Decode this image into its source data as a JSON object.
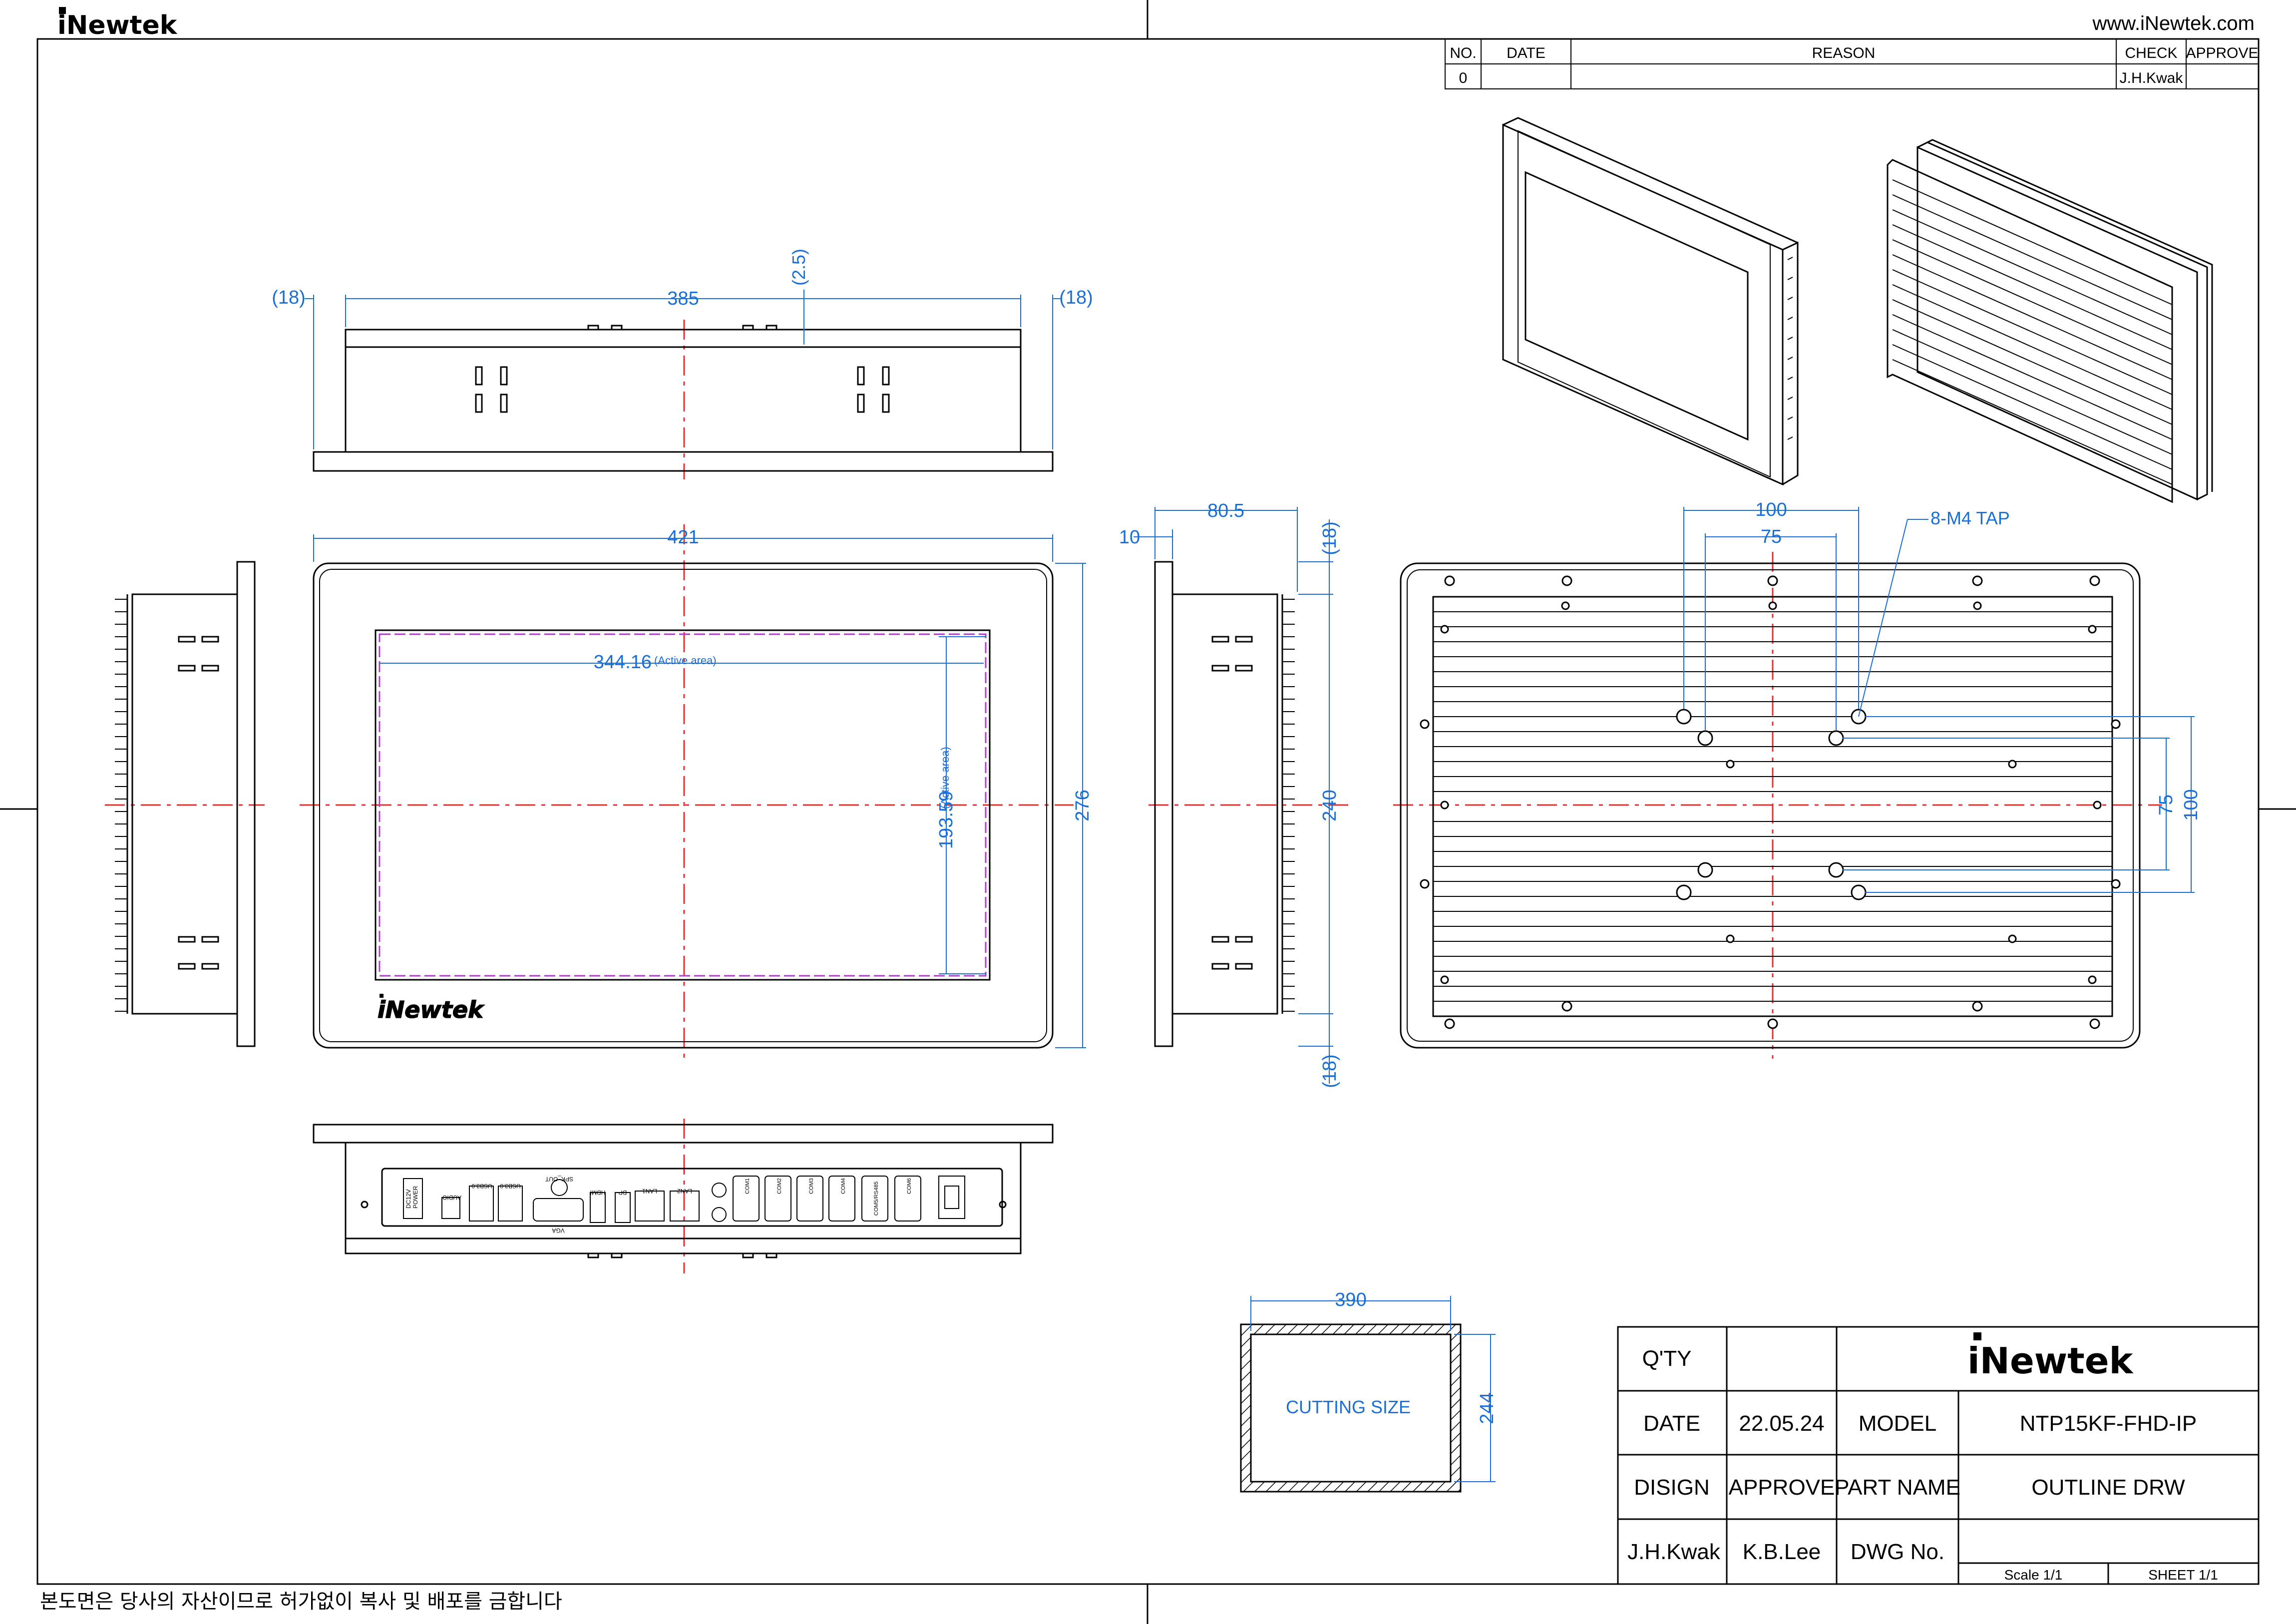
{
  "header": {
    "brand": "iNewtek",
    "website": "www.iNewtek.com"
  },
  "revision_table": {
    "headers": [
      "NO.",
      "DATE",
      "REASON",
      "CHECK",
      "APPROVE"
    ],
    "rows": [
      {
        "no": "0",
        "date": "",
        "reason": "",
        "check": "J.H.Kwak",
        "approve": ""
      }
    ]
  },
  "top_view": {
    "dim_left": "(18)",
    "dim_width": "385",
    "dim_gap": "(2.5)",
    "dim_right": "(18)"
  },
  "front_view": {
    "dim_width": "421",
    "dim_height": "276",
    "active_width": "344.16",
    "active_height": "193.59",
    "active_label": "(Active area)",
    "logo": "iNewtek"
  },
  "side_view": {
    "dim_depth": "80.5",
    "dim_bezel": "10",
    "dim_top": "(18)",
    "dim_height": "240",
    "dim_bottom": "(18)"
  },
  "rear_view": {
    "dim_outer": "100",
    "dim_inner": "75",
    "tap_label": "8-M4 TAP",
    "dim_v_inner": "75",
    "dim_v_outer": "100"
  },
  "io_panel": {
    "labels": [
      "DC12V",
      "POWER",
      "AUDIO",
      "USB3.0",
      "USB3.0",
      "SPK_OUT",
      "VGA",
      "HDMI",
      "DP",
      "LAN1",
      "LAN2",
      "COM1",
      "COM2",
      "COM3",
      "COM4",
      "COM5/RS485",
      "COM6"
    ]
  },
  "cutout": {
    "dim_width": "390",
    "dim_height": "244",
    "label": "CUTTING SIZE"
  },
  "title_block": {
    "qty_label": "Q'TY",
    "qty_value": "",
    "brand": "iNewtek",
    "date_label": "DATE",
    "date_value": "22.05.24",
    "model_label": "MODEL",
    "model_value": "NTP15KF-FHD-IP",
    "design_label": "DISIGN",
    "approve_label": "APPROVE",
    "part_name_label": "PART NAME",
    "part_name_value": "OUTLINE DRW",
    "designer": "J.H.Kwak",
    "approver": "K.B.Lee",
    "dwg_label": "DWG No.",
    "dwg_value": "",
    "scale": "Scale  1/1",
    "sheet": "SHEET  1/1"
  },
  "footer": {
    "notice": "본도면은 당사의 자산이므로 허가없이 복사 및 배포를 금합니다"
  },
  "colors": {
    "line": "#000000",
    "dimension": "#1a6fd6",
    "centerline": "#e03030",
    "active_area": "#b03cc8"
  }
}
